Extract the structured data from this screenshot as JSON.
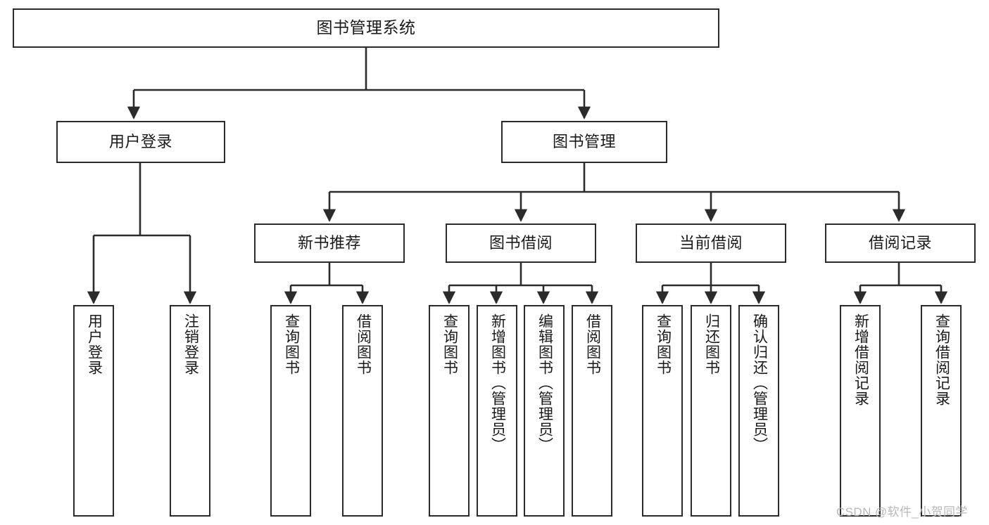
{
  "diagram": {
    "title": "图书管理系统",
    "watermark": "CSDN @软件_小贺同学",
    "colors": {
      "background": "#ffffff",
      "box_border": "#2b2b2b",
      "box_fill": "#ffffff",
      "edge": "#2b2b2b",
      "text": "#1a1a1a",
      "watermark": "#b9b9b9"
    },
    "levels": {
      "root": "图书管理系统",
      "level2": [
        "用户登录",
        "图书管理"
      ],
      "level3": [
        "新书推荐",
        "图书借阅",
        "当前借阅",
        "借阅记录"
      ],
      "level4": [
        "用户登录",
        "注销登录",
        "查询图书",
        "借阅图书",
        "查询图书",
        "新增图书（管理员）",
        "编辑图书（管理员）",
        "借阅图书",
        "查询图书",
        "归还图书",
        "确认归还（管理员）",
        "新增借阅记录",
        "查询借阅记录"
      ]
    },
    "nodes": {
      "root": {
        "label": "图书管理系统"
      },
      "user_login": {
        "label": "用户登录"
      },
      "book_manage": {
        "label": "图书管理"
      },
      "new_book_rec": {
        "label": "新书推荐"
      },
      "book_borrow": {
        "label": "图书借阅"
      },
      "current_borrow": {
        "label": "当前借阅"
      },
      "borrow_record": {
        "label": "借阅记录"
      },
      "leaf_user_login": {
        "label": "用户登录"
      },
      "leaf_logout": {
        "label": "注销登录"
      },
      "leaf_query_book_a": {
        "label": "查询图书"
      },
      "leaf_borrow_book_a": {
        "label": "借阅图书"
      },
      "leaf_query_book_b": {
        "label": "查询图书"
      },
      "leaf_add_book": {
        "label": "新增图书（管理员）"
      },
      "leaf_edit_book": {
        "label": "编辑图书（管理员）"
      },
      "leaf_borrow_book_b": {
        "label": "借阅图书"
      },
      "leaf_query_book_c": {
        "label": "查询图书"
      },
      "leaf_return_book": {
        "label": "归还图书"
      },
      "leaf_confirm_return": {
        "label": "确认归还（管理员）"
      },
      "leaf_add_record": {
        "label": "新增借阅记录"
      },
      "leaf_query_record": {
        "label": "查询借阅记录"
      }
    },
    "edges": [
      {
        "from": "root",
        "to": "user_login"
      },
      {
        "from": "root",
        "to": "book_manage"
      },
      {
        "from": "user_login",
        "to": "leaf_user_login"
      },
      {
        "from": "user_login",
        "to": "leaf_logout"
      },
      {
        "from": "book_manage",
        "to": "new_book_rec"
      },
      {
        "from": "book_manage",
        "to": "book_borrow"
      },
      {
        "from": "book_manage",
        "to": "current_borrow"
      },
      {
        "from": "book_manage",
        "to": "borrow_record"
      },
      {
        "from": "new_book_rec",
        "to": "leaf_query_book_a"
      },
      {
        "from": "new_book_rec",
        "to": "leaf_borrow_book_a"
      },
      {
        "from": "book_borrow",
        "to": "leaf_query_book_b"
      },
      {
        "from": "book_borrow",
        "to": "leaf_add_book"
      },
      {
        "from": "book_borrow",
        "to": "leaf_edit_book"
      },
      {
        "from": "book_borrow",
        "to": "leaf_borrow_book_b"
      },
      {
        "from": "current_borrow",
        "to": "leaf_query_book_c"
      },
      {
        "from": "current_borrow",
        "to": "leaf_return_book"
      },
      {
        "from": "current_borrow",
        "to": "leaf_confirm_return"
      },
      {
        "from": "borrow_record",
        "to": "leaf_add_record"
      },
      {
        "from": "borrow_record",
        "to": "leaf_query_record"
      }
    ]
  }
}
